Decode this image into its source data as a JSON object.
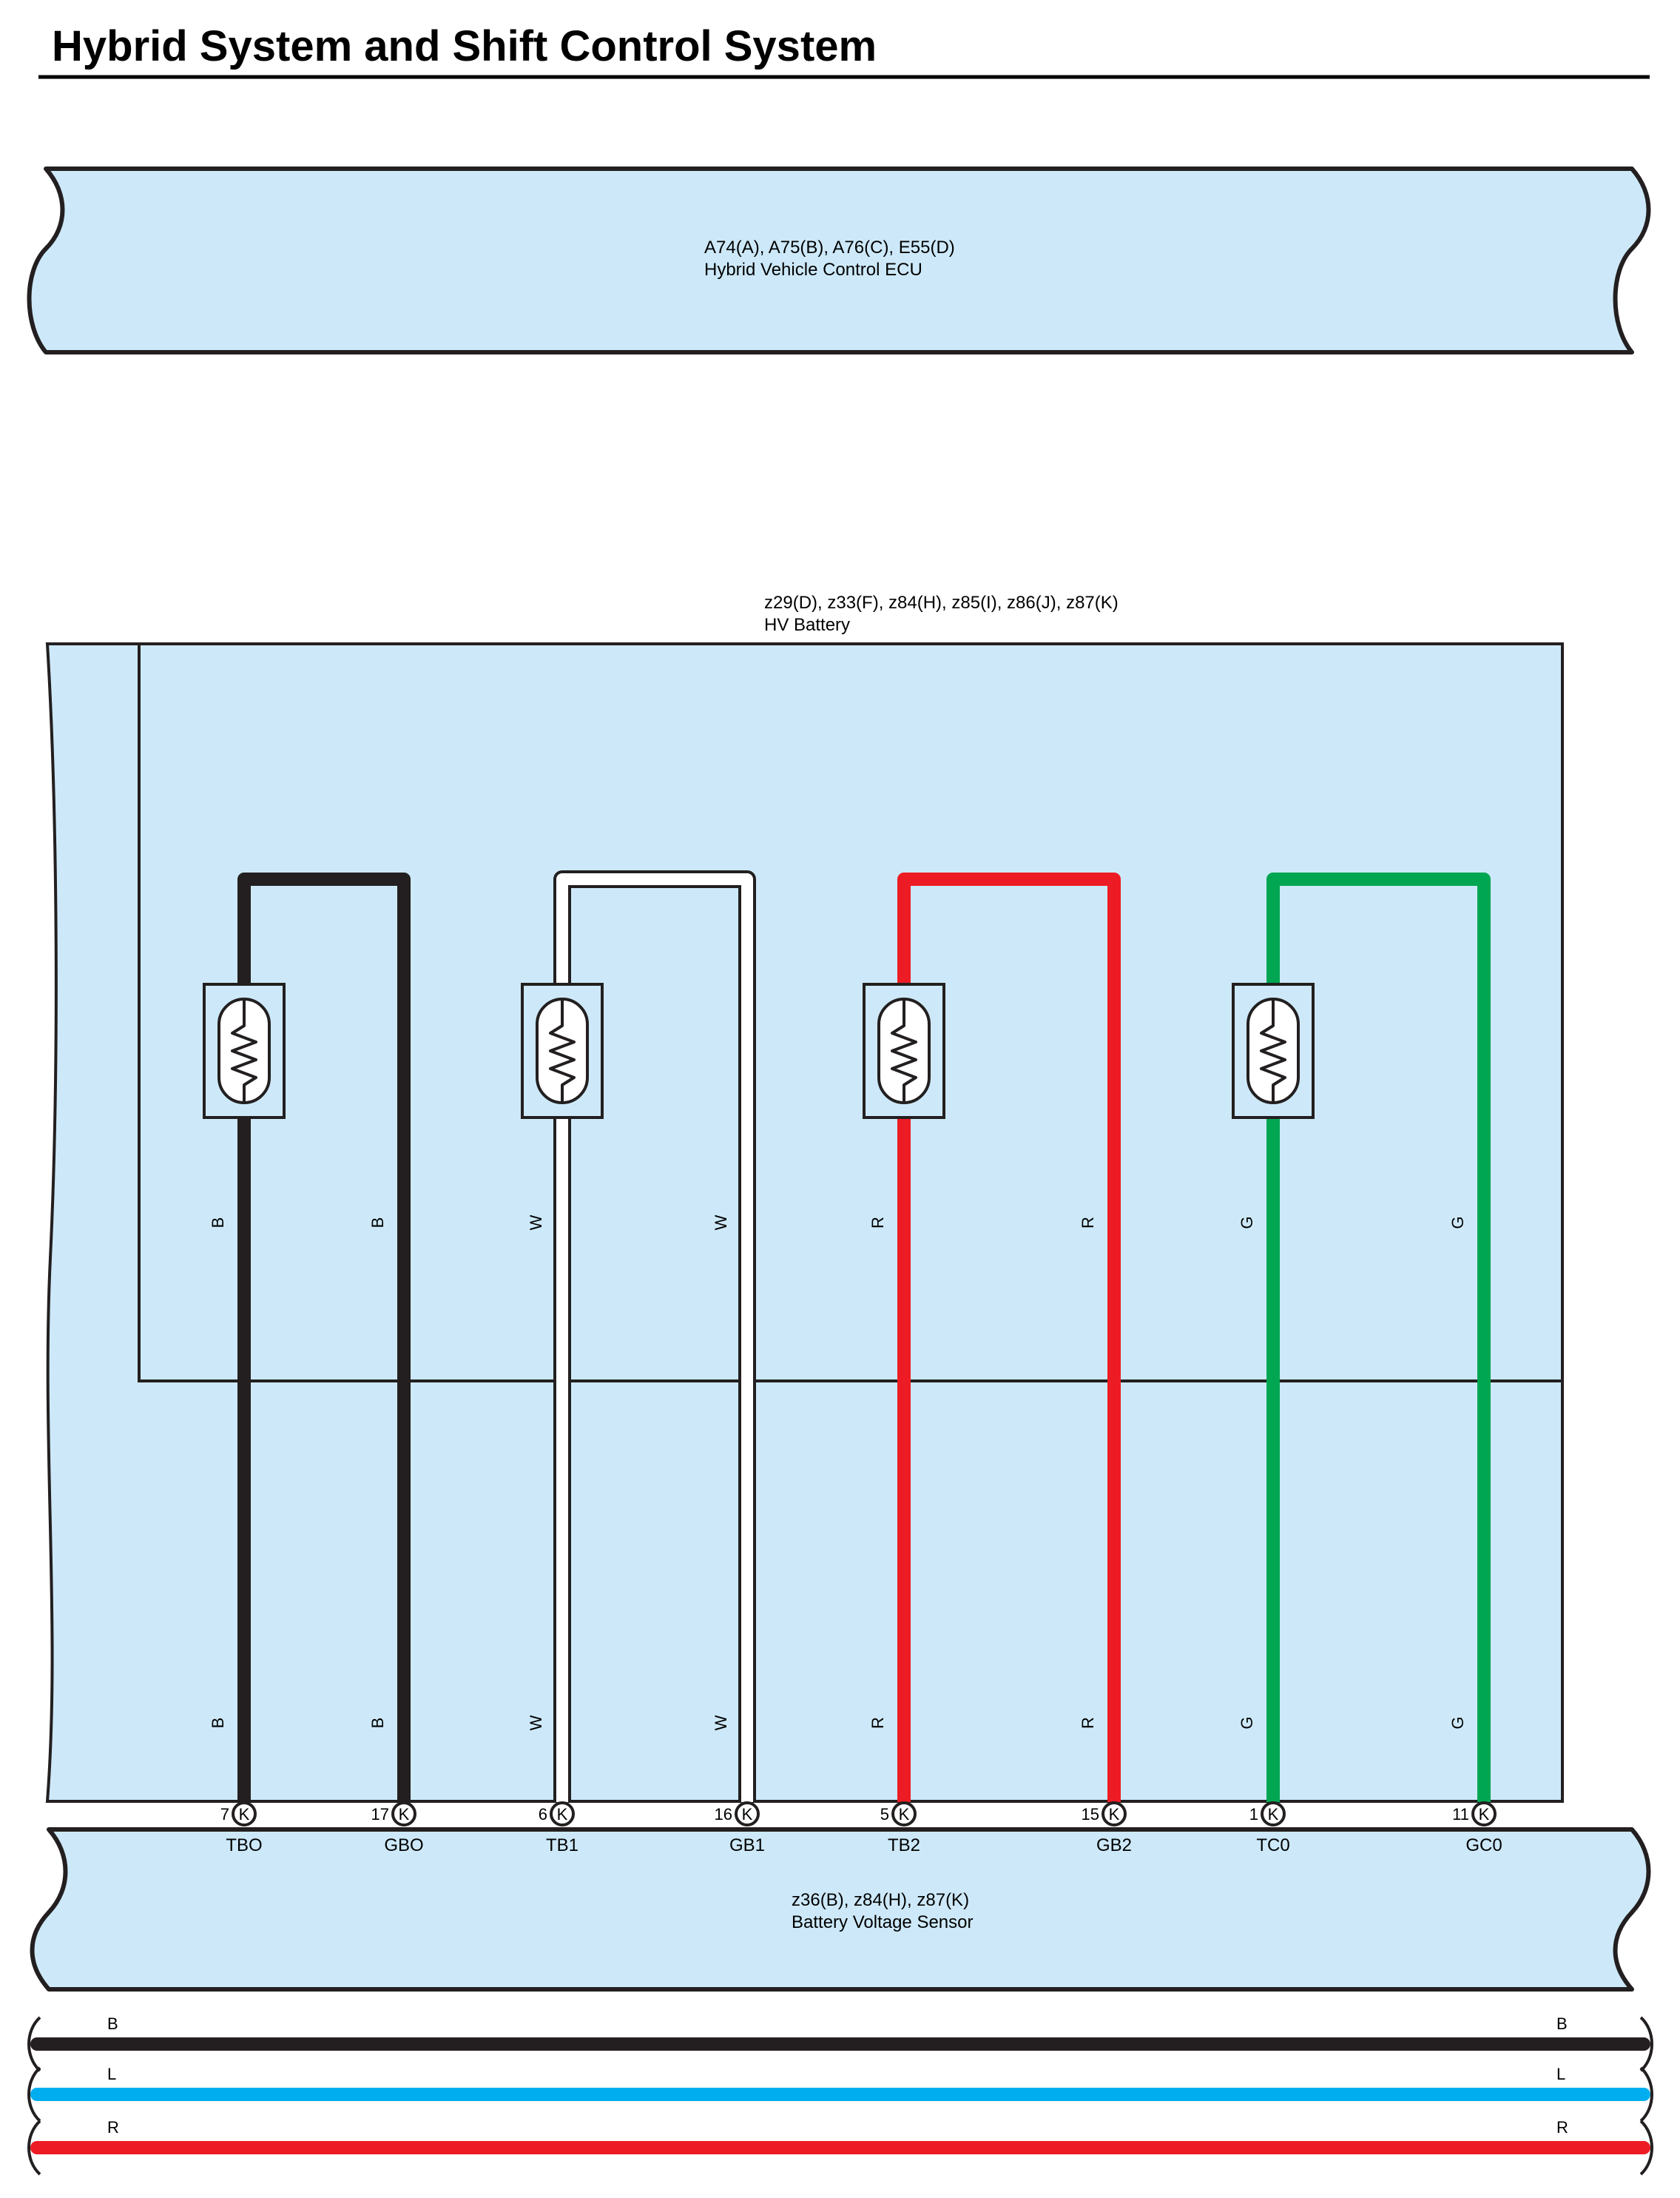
{
  "title": "Hybrid System and Shift Control System",
  "colors": {
    "panel_fill": "#cde9f9",
    "outline": "#231f20",
    "B": "#231f20",
    "W": "#ffffff",
    "R": "#ed1c24",
    "G": "#00a651",
    "L": "#00aeef"
  },
  "ecu": {
    "code": "A74(A), A75(B), A76(C), E55(D)",
    "name": "Hybrid Vehicle Control ECU"
  },
  "battery": {
    "code": "z29(D), z33(F), z84(H), z85(I), z86(J), z87(K)",
    "name": "HV Battery"
  },
  "sensor": {
    "code": "z36(B), z84(H), z87(K)",
    "name": "Battery Voltage Sensor"
  },
  "circuits": [
    {
      "color": "B",
      "left": {
        "pin": "7",
        "connector": "K",
        "terminal": "TBO"
      },
      "right": {
        "pin": "17",
        "connector": "K",
        "terminal": "GBO"
      }
    },
    {
      "color": "W",
      "left": {
        "pin": "6",
        "connector": "K",
        "terminal": "TB1"
      },
      "right": {
        "pin": "16",
        "connector": "K",
        "terminal": "GB1"
      }
    },
    {
      "color": "R",
      "left": {
        "pin": "5",
        "connector": "K",
        "terminal": "TB2"
      },
      "right": {
        "pin": "15",
        "connector": "K",
        "terminal": "GB2"
      }
    },
    {
      "color": "G",
      "left": {
        "pin": "1",
        "connector": "K",
        "terminal": "TC0"
      },
      "right": {
        "pin": "11",
        "connector": "K",
        "terminal": "GC0"
      }
    }
  ],
  "continuation_lines": [
    {
      "color": "B",
      "left_label": "B",
      "right_label": "B"
    },
    {
      "color": "L",
      "left_label": "L",
      "right_label": "L"
    },
    {
      "color": "R",
      "left_label": "R",
      "right_label": "R"
    }
  ]
}
